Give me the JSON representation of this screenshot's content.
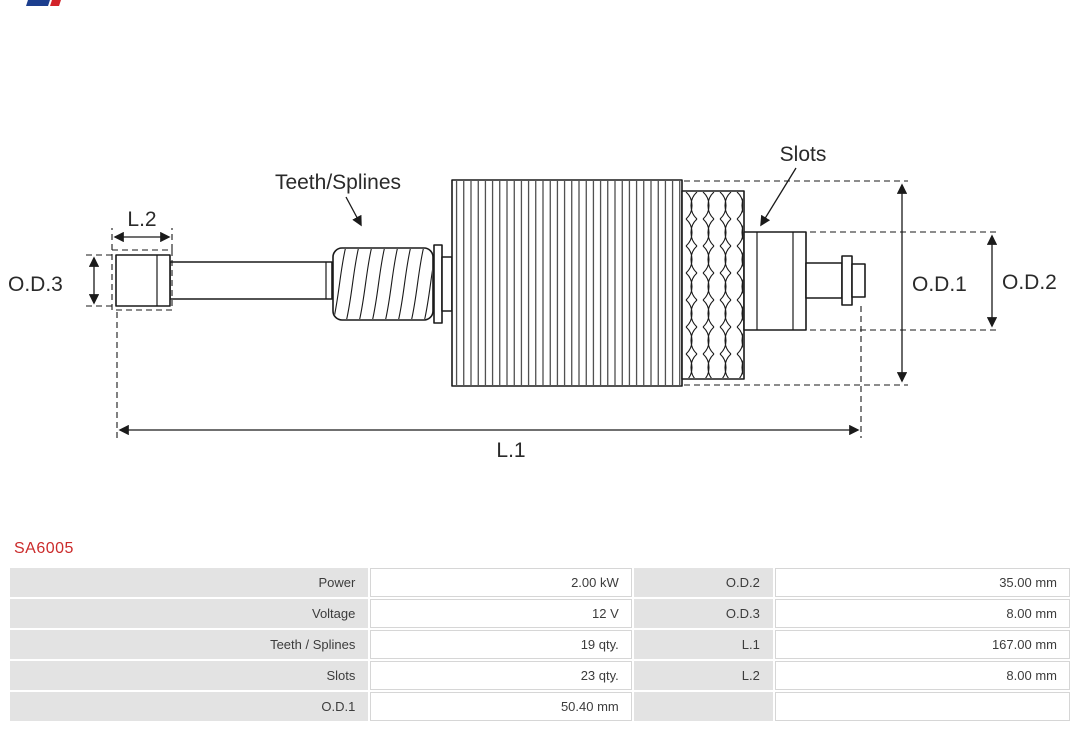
{
  "brand": {
    "accent_blue": "#1c3e8e",
    "accent_red": "#d2232a"
  },
  "part_number": "SA6005",
  "part_number_color": "#cb2b2b",
  "diagram": {
    "labels": {
      "teeth_splines": "Teeth/Splines",
      "slots": "Slots",
      "l1": "L.1",
      "l2": "L.2",
      "od1": "O.D.1",
      "od2": "O.D.2",
      "od3": "O.D.3"
    }
  },
  "spec_table": {
    "rows": [
      {
        "label_left": "Power",
        "value_left": "2.00 kW",
        "label_right": "O.D.2",
        "value_right": "35.00 mm"
      },
      {
        "label_left": "Voltage",
        "value_left": "12 V",
        "label_right": "O.D.3",
        "value_right": "8.00 mm"
      },
      {
        "label_left": "Teeth / Splines",
        "value_left": "19 qty.",
        "label_right": "L.1",
        "value_right": "167.00 mm"
      },
      {
        "label_left": "Slots",
        "value_left": "23 qty.",
        "label_right": "L.2",
        "value_right": "8.00 mm"
      },
      {
        "label_left": "O.D.1",
        "value_left": "50.40 mm",
        "label_right": "",
        "value_right": ""
      }
    ]
  }
}
